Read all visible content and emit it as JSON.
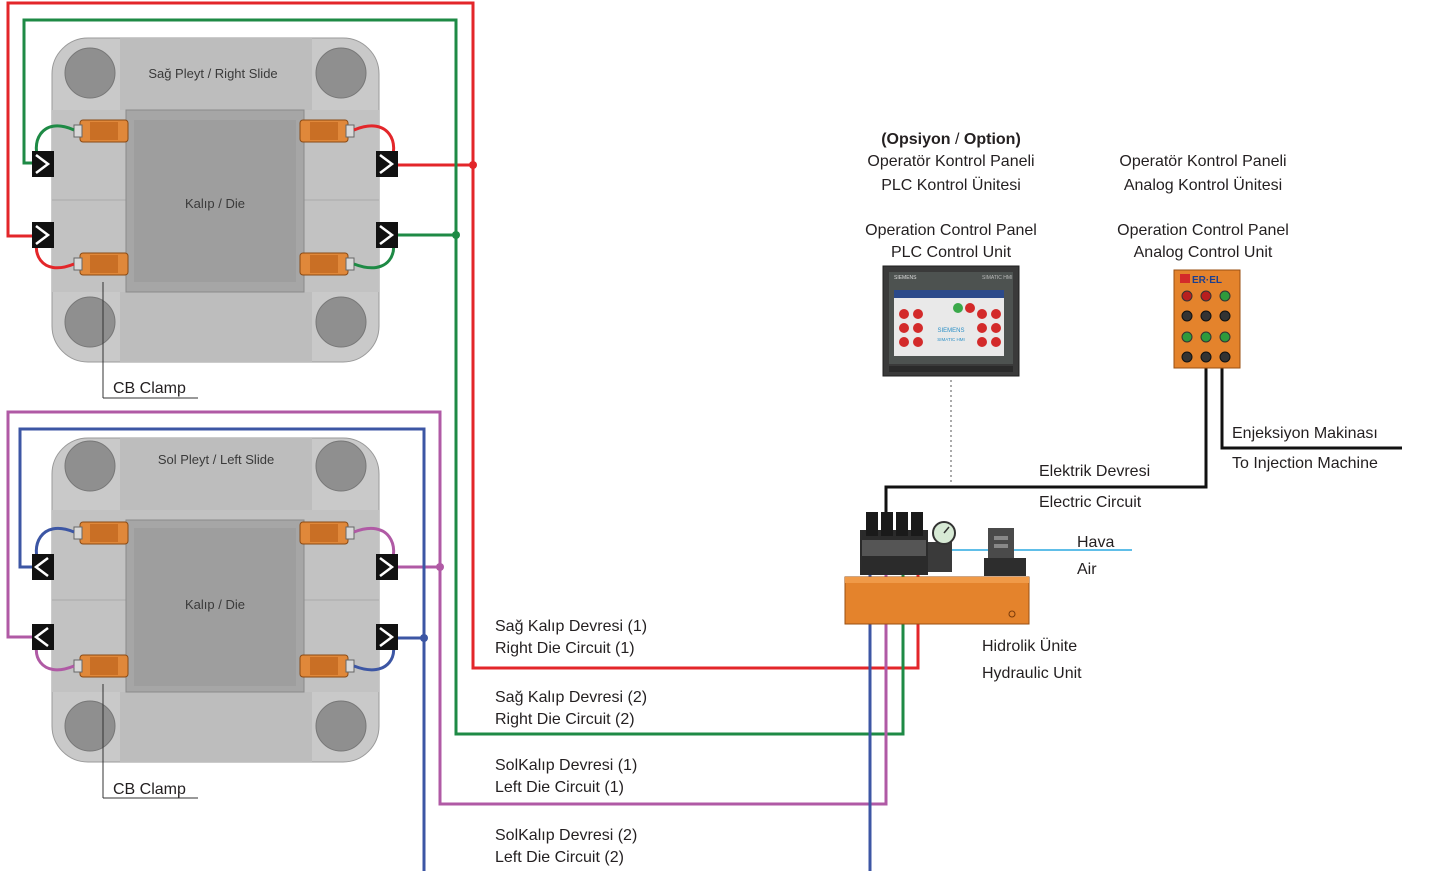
{
  "colors": {
    "red": "#e3262a",
    "green": "#1e8a45",
    "purple": "#b05aa5",
    "blue": "#3c56a4",
    "black": "#111111",
    "cyan": "#2ba9e0",
    "plate": "#c8c8c8",
    "clamp": "#e0883a",
    "unit": "#e4832c"
  },
  "top_plate": {
    "title": "Sağ Pleyt / Right Slide",
    "die_label": "Kalıp / Die",
    "clamp_label": "CB Clamp"
  },
  "bottom_plate": {
    "title": "Sol Pleyt / Left Slide",
    "die_label": "Kalıp / Die",
    "clamp_label": "CB Clamp"
  },
  "plc_panel": {
    "option_prefix": "(Opsiyon",
    "option_sep": " / ",
    "option_suffix": "Option)",
    "line1": "Operatör Kontrol Paneli",
    "line2": "PLC Kontrol Ünitesi",
    "line3": "Operation Control Panel",
    "line4": "PLC Control Unit",
    "screen_brand": "SIEMENS",
    "screen_model": "SIMATIC HMI",
    "screen_center_brand": "SIEMENS",
    "screen_center_model": "SIMATIC HMI"
  },
  "analog_panel": {
    "line1": "Operatör Kontrol Paneli",
    "line2": "Analog Kontrol Ünitesi",
    "line3": "Operation Control Panel",
    "line4": "Analog Control Unit",
    "brand": "ER·EL"
  },
  "injection": {
    "line1": "Enjeksiyon Makinası",
    "line2": "To Injection Machine"
  },
  "electric": {
    "line1": "Elektrik Devresi",
    "line2": "Electric Circuit"
  },
  "air": {
    "line1": "Hava",
    "line2": "Air"
  },
  "hydraulic": {
    "line1": "Hidrolik Ünite",
    "line2": "Hydraulic Unit"
  },
  "circuits": {
    "right1": {
      "line1": "Sağ Kalıp Devresi (1)",
      "line2": "Right Die Circuit (1)"
    },
    "right2": {
      "line1": "Sağ Kalıp Devresi (2)",
      "line2": "Right Die Circuit (2)"
    },
    "left1": {
      "line1": "SolKalıp Devresi (1)",
      "line2": "Left Die Circuit (1)"
    },
    "left2": {
      "line1": "SolKalıp Devresi (2)",
      "line2": "Left Die Circuit (2)"
    }
  }
}
